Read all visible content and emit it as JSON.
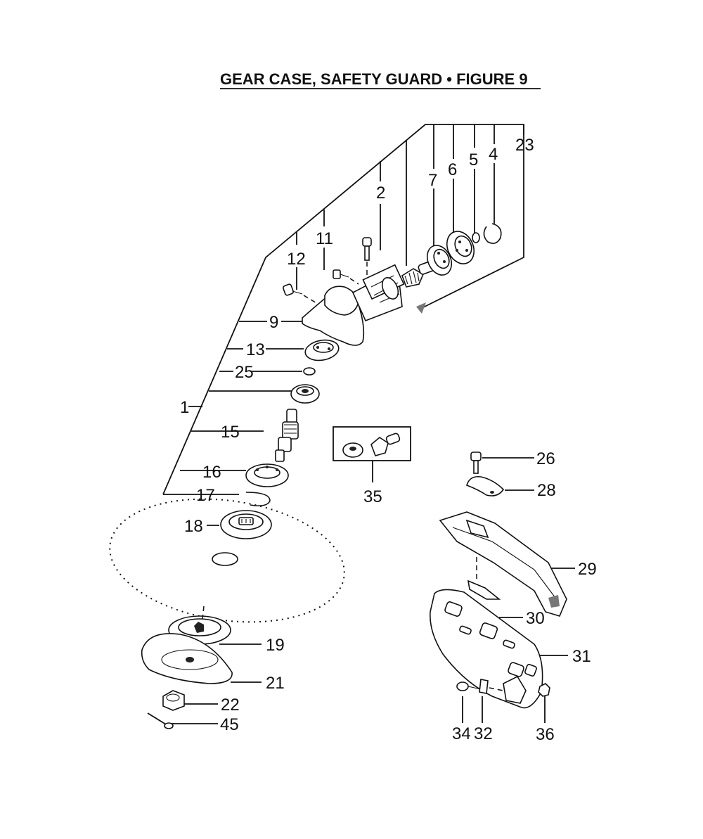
{
  "title": "GEAR CASE, SAFETY GUARD  •  FIGURE 9",
  "part_numbers": {
    "p1": "1",
    "p2": "2",
    "p4": "4",
    "p5": "5",
    "p6": "6",
    "p7": "7",
    "p9": "9",
    "p11": "11",
    "p12": "12",
    "p13": "13",
    "p15": "15",
    "p16": "16",
    "p17": "17",
    "p18": "18",
    "p19": "19",
    "p21": "21",
    "p22": "22",
    "p23": "23",
    "p25": "25",
    "p26": "26",
    "p28": "28",
    "p29": "29",
    "p30": "30",
    "p31": "31",
    "p32": "32",
    "p34": "34",
    "p35": "35",
    "p36": "36",
    "p45": "45"
  }
}
